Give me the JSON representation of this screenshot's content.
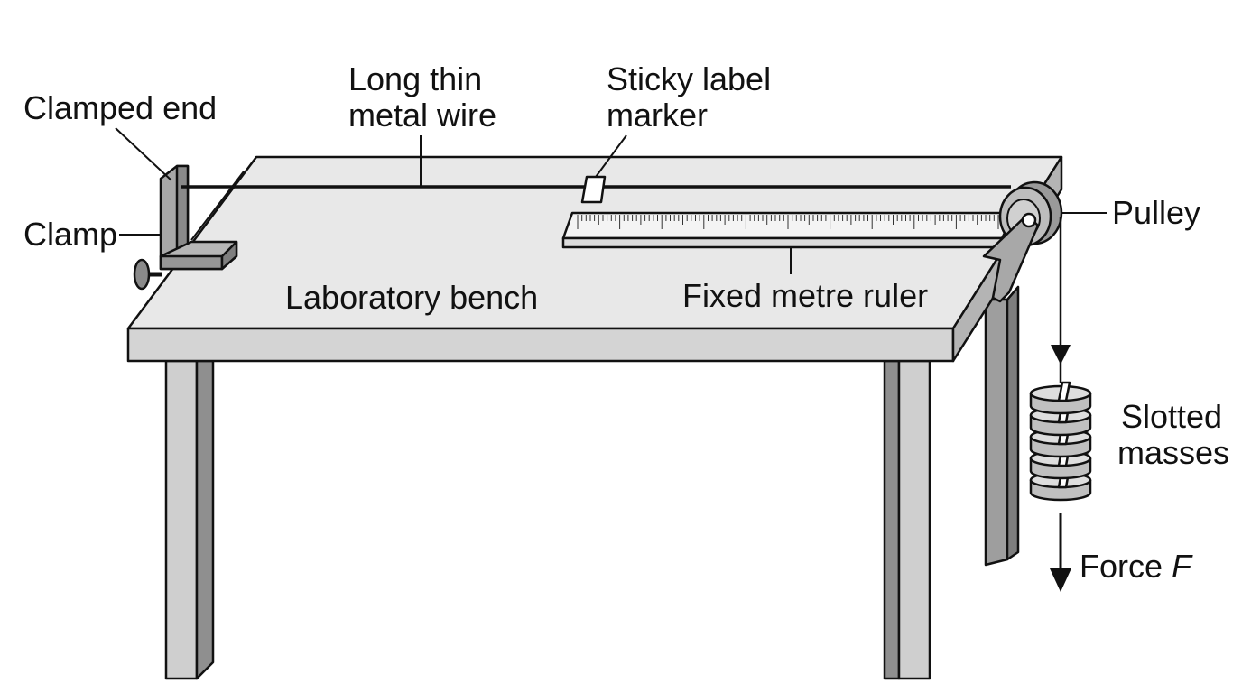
{
  "labels": {
    "clamped_end": "Clamped end",
    "wire_line1": "Long thin",
    "wire_line2": "metal wire",
    "marker_line1": "Sticky label",
    "marker_line2": "marker",
    "clamp": "Clamp",
    "pulley": "Pulley",
    "bench": "Laboratory bench",
    "ruler": "Fixed metre ruler",
    "masses_line1": "Slotted",
    "masses_line2": "masses",
    "force_prefix": "Force ",
    "force_symbol": "F"
  },
  "colors": {
    "bench_top": "#e6e6e6",
    "bench_front": "#d2d2d2",
    "legs": "#cfcfcf",
    "legs_dark": "#9a9a9a",
    "metal": "#a8a8a8",
    "metal_dark": "#7e7e7e",
    "outline": "#111111"
  }
}
